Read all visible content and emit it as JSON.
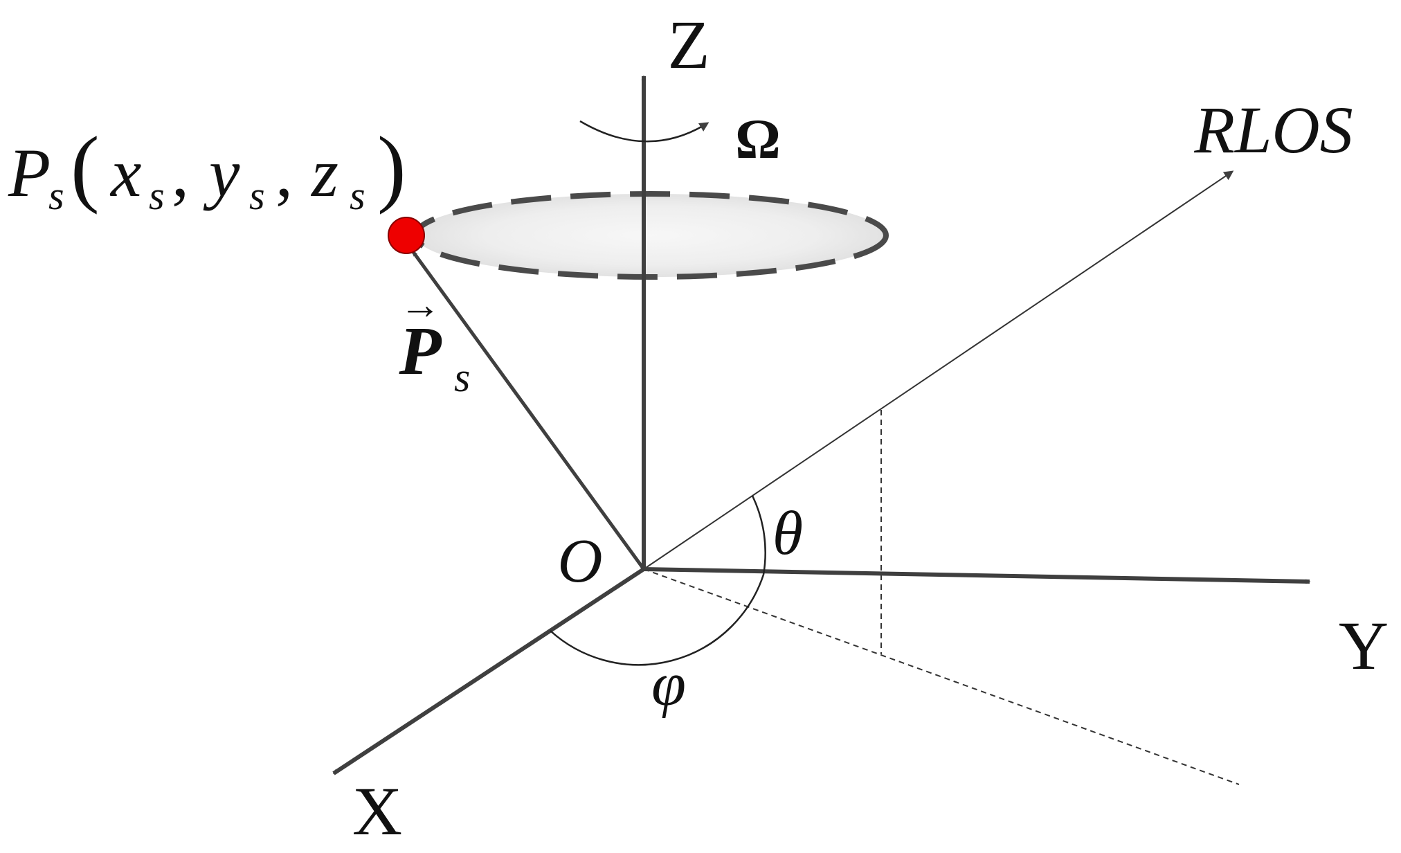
{
  "diagram": {
    "axes": {
      "x": "X",
      "y": "Y",
      "z": "Z",
      "origin": "O"
    },
    "los_label": "RLOS",
    "rotation_label": "Ω",
    "elevation_angle": "θ",
    "azimuth_angle": "φ",
    "point": {
      "name": "P",
      "subscript": "s",
      "open_paren": "(",
      "close_paren": ")",
      "comma": ",",
      "coord_x": "x",
      "coord_y": "y",
      "coord_z": "z"
    },
    "vector": {
      "arrow": "→",
      "name": "P",
      "subscript": "s"
    },
    "colors": {
      "axis": "#3f3f3f",
      "text": "#111111",
      "point": "#ee0000",
      "orbit_fill": "#ececec",
      "orbit_dash": "#4a4a4a"
    }
  }
}
